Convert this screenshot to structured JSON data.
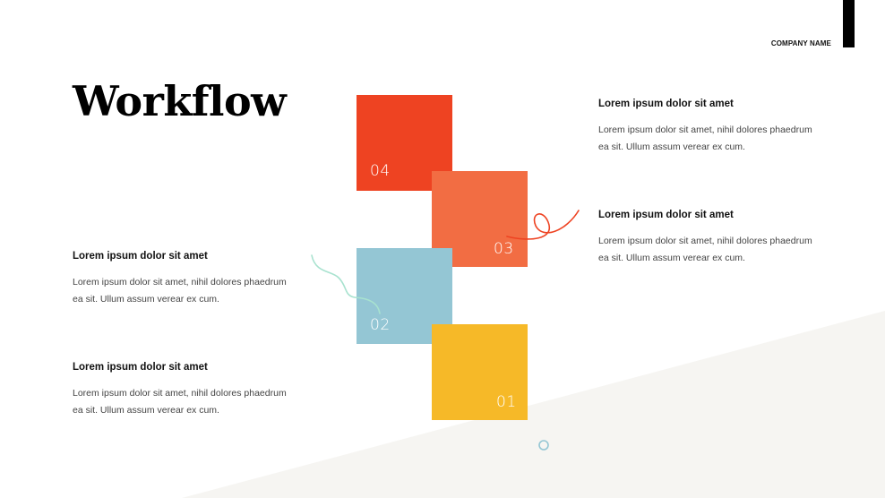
{
  "header": {
    "company_name": "COMPANY NAME"
  },
  "title": "Workflow",
  "colors": {
    "step_04": "#ee4322",
    "step_03": "#f26d43",
    "step_02": "#94c6d4",
    "step_01": "#f6b928",
    "background_shape": "#f6f5f2",
    "squiggle_red": "#ee4322",
    "squiggle_mint": "#a8e2cf",
    "circle_outline": "#94c6d4"
  },
  "steps": [
    {
      "number": "01",
      "heading": "Lorem ipsum dolor sit amet",
      "body": "Lorem ipsum dolor sit amet, nihil dolores phaedrum ea sit. Ullum assum verear ex cum."
    },
    {
      "number": "02",
      "heading": "Lorem ipsum dolor sit amet",
      "body": "Lorem ipsum dolor sit amet, nihil dolores phaedrum ea sit. Ullum assum verear ex cum."
    },
    {
      "number": "03",
      "heading": "Lorem ipsum dolor sit amet",
      "body": "Lorem ipsum dolor sit amet, nihil dolores phaedrum ea sit. Ullum assum verear ex cum."
    },
    {
      "number": "04",
      "heading": "Lorem ipsum dolor sit amet",
      "body": "Lorem ipsum dolor sit amet, nihil dolores phaedrum ea sit. Ullum assum verear ex cum."
    }
  ]
}
